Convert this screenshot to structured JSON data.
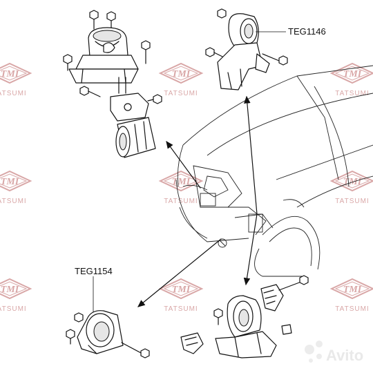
{
  "watermark": {
    "logo_text": "TMI",
    "brand_text": "TATSUMI",
    "color": "#d9a7a7"
  },
  "labels": {
    "top_right_part": "TEG1146",
    "left_part": "TEG1154"
  },
  "avito": {
    "text": "Avito",
    "color": "#e9e9e9"
  },
  "line_color": "#111111"
}
